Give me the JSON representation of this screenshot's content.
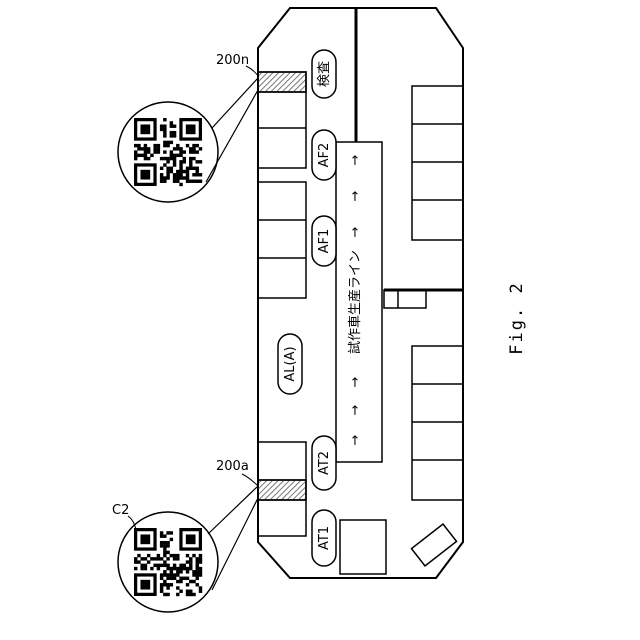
{
  "figure": {
    "caption": "Fig. 2",
    "line_label": "試作車生産ライン",
    "flow_arrows": [
      "→",
      "→",
      "→",
      "→",
      "→",
      "→"
    ],
    "stations": {
      "at1": "AT1",
      "at2": "AT2",
      "al": "AL(A)",
      "af1": "AF1",
      "af2": "AF2",
      "inspect": "検査"
    },
    "refs": {
      "first_marker": "200a",
      "last_marker": "200n",
      "code": "C2"
    },
    "colors": {
      "line": "#000000",
      "hatch": "#888888",
      "background": "#ffffff"
    }
  }
}
